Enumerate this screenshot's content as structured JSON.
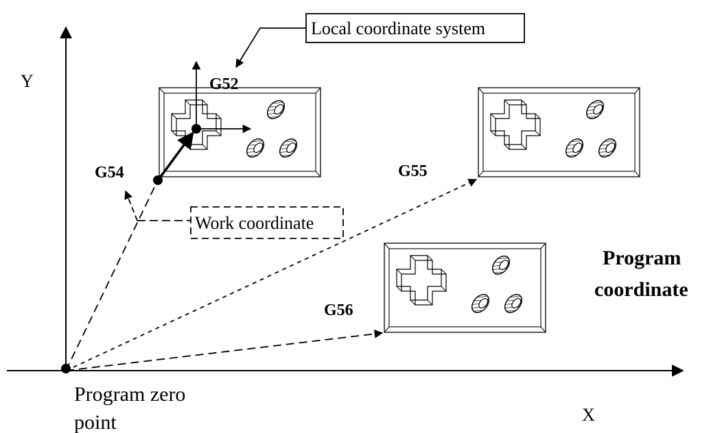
{
  "axes": {
    "x_label": "X",
    "y_label": "Y"
  },
  "origin": {
    "label_line1": "Program zero",
    "label_line2": "point"
  },
  "labels": {
    "local_coordinate": "Local coordinate system",
    "work_coordinate": "Work coordinate",
    "program_coordinate_line1": "Program",
    "program_coordinate_line2": "coordinate"
  },
  "workpieces": [
    {
      "code": "G52"
    },
    {
      "code": "G54"
    },
    {
      "code": "G55"
    },
    {
      "code": "G56"
    }
  ],
  "colors": {
    "line": "#000000",
    "background": "#ffffff"
  }
}
